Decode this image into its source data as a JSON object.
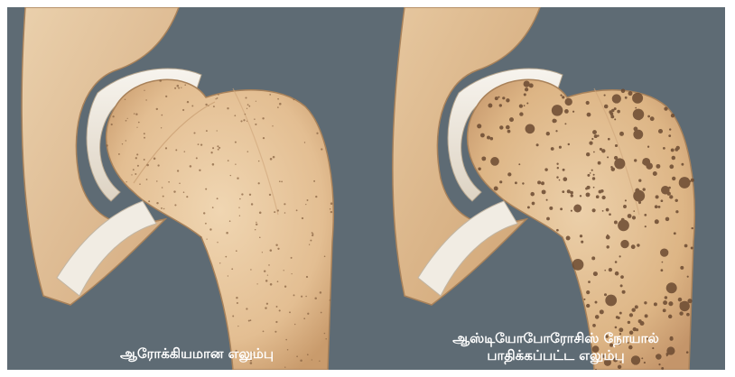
{
  "panels": {
    "healthy": {
      "caption": "ஆரோக்கியமான எலும்பு"
    },
    "osteoporosis": {
      "caption_line1": "ஆஸ்டியோபோரோசிஸ் நோயால்",
      "caption_line2": "பாதிக்கப்பட்ட எலும்பு"
    }
  },
  "colors": {
    "background": "#5e6b74",
    "bone": "#e8c9a3",
    "bone_dark": "#d9b48a",
    "cartilage": "#f2ede4",
    "pore": "#7a5a3f"
  }
}
